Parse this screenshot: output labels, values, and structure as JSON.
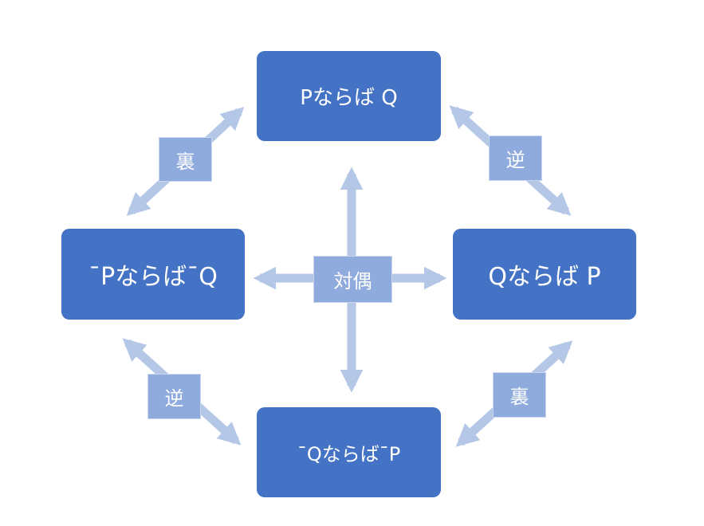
{
  "boxes": {
    "top": "Pならば Q",
    "left": "¯Pならば¯Q",
    "right": "Qならば P",
    "bottom": "¯Qならば¯P"
  },
  "relations": {
    "top_left": "裏",
    "top_right": "逆",
    "bottom_left": "逆",
    "bottom_right": "裏",
    "center": "対偶"
  },
  "colors": {
    "box": "#4472c4",
    "arrow": "#b4c7e7",
    "label": "#8faadc"
  }
}
